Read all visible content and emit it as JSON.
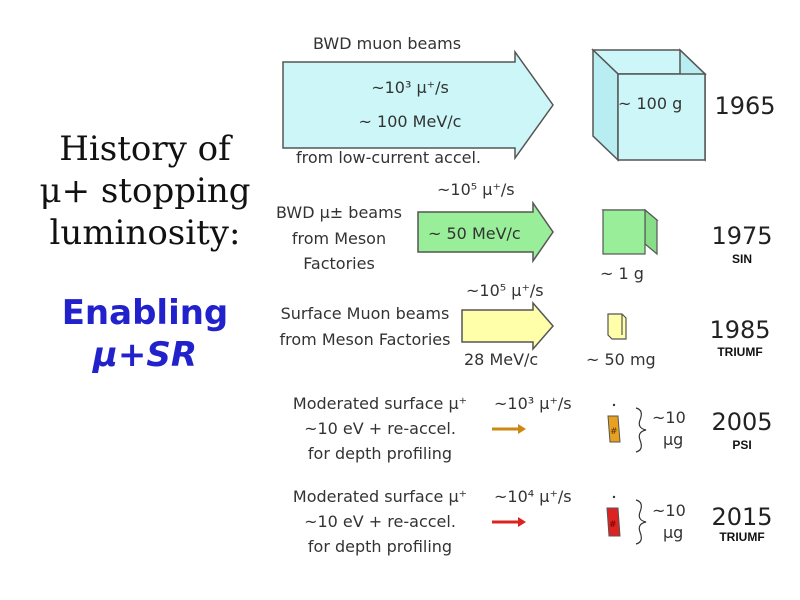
{
  "title_lines": [
    "History of",
    "μ+ stopping",
    "luminosity:"
  ],
  "subtitle_lines": [
    "Enabling",
    "μ+SR"
  ],
  "rows": [
    {
      "id": "1965",
      "header": "BWD muon beams",
      "rate": "~10³ μ⁺/s",
      "momentum": "~ 100 MeV/c",
      "source": "from low-current accel.",
      "target_mass": "~ 100 g",
      "year": "1965",
      "lab": "",
      "arrow_color": "#ccf6f8"
    },
    {
      "id": "1975",
      "desc_lines": [
        "BWD μ± beams",
        "from Meson",
        "Factories"
      ],
      "rate": "~10⁵ μ⁺/s",
      "momentum": "~ 50 MeV/c",
      "target_mass": "~ 1 g",
      "year": "1975",
      "lab": "SIN",
      "arrow_color": "#99ee99"
    },
    {
      "id": "1985",
      "desc_lines": [
        "Surface Muon beams",
        "from Meson Factories"
      ],
      "rate": "~10⁵ μ⁺/s",
      "momentum": "28 MeV/c",
      "target_mass": "~ 50 mg",
      "year": "1985",
      "lab": "TRIUMF",
      "arrow_color": "#ffffaa"
    },
    {
      "id": "2005",
      "desc_lines": [
        "Moderated surface μ⁺",
        "~10 eV + re-accel.",
        "for depth profiling"
      ],
      "rate": "~10³ μ⁺/s",
      "mass_lines": [
        "~10",
        "μg"
      ],
      "year": "2005",
      "lab": "PSI",
      "arrow_color": "#e8a020"
    },
    {
      "id": "2015",
      "desc_lines": [
        "Moderated surface μ⁺",
        "~10 eV + re-accel.",
        "for depth profiling"
      ],
      "rate": "~10⁴ μ⁺/s",
      "mass_lines": [
        "~10",
        "μg"
      ],
      "year": "2015",
      "lab": "TRIUMF",
      "arrow_color": "#dd2222"
    }
  ]
}
